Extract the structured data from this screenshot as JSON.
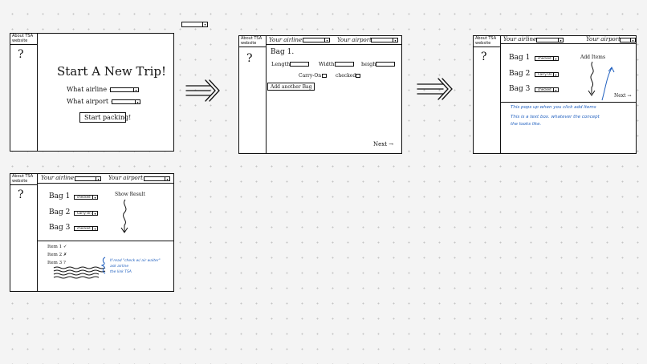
{
  "common": {
    "about_label": "About TSA website",
    "help_glyph": "?",
    "airline_label": "Your airline :",
    "airport_label": "Your airport :",
    "bag_prefix": "Bag",
    "checked": "checked",
    "carry_on": "Carry On"
  },
  "frame1": {
    "title": "Start A New Trip!",
    "airline_q": "What airline ~",
    "airport_q": "What airport ~",
    "start_button": "Start packing!"
  },
  "frame2": {
    "bag_title": "Bag 1.",
    "length": "Length",
    "width": "Width",
    "height": "height",
    "carry_on_label": "Carry-On",
    "checked_label": "checked",
    "add_bag": "Add another Bag",
    "next": "Next →"
  },
  "frame3": {
    "bags": [
      "Bag 1",
      "Bag 2",
      "Bag 3"
    ],
    "add_items": "Add Items",
    "next": "Next →",
    "note1": "This pops up when you click add Items",
    "note2a": "This is a text box. whatever the concept",
    "note2b": "the looks like."
  },
  "frame4": {
    "bags": [
      "Bag 1",
      "Bag 2",
      "Bag 3"
    ],
    "show_result": "Show Result",
    "items": [
      "Item 1 ✓",
      "Item 2 ✗",
      "Item 3 ?"
    ],
    "note1": "If read \"check w/ air waiter\"",
    "note2": "ask airline",
    "note3": "the link TSA"
  },
  "standalone_select": ""
}
